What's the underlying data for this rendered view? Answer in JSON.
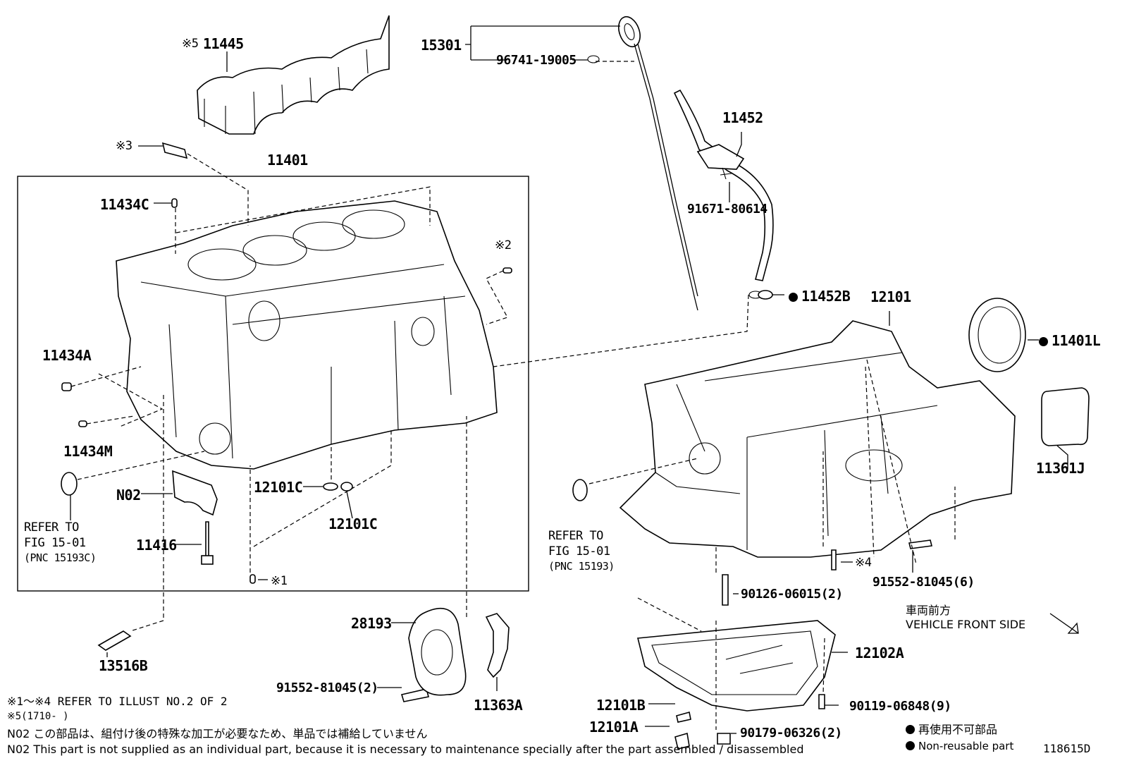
{
  "labels": {
    "p11445": "11445",
    "mark5": "※5",
    "mark3": "※3",
    "p11401": "11401",
    "p11434c": "11434C",
    "mark2": "※2",
    "p11434a": "11434A",
    "p11434m": "11434M",
    "p15301": "15301",
    "p96741": "96741-19005",
    "p11452": "11452",
    "p91671": "91671-80614",
    "p11452b": "11452B",
    "p12101": "12101",
    "p11401l": "11401L",
    "p11361j": "11361J",
    "pn02": "N02",
    "p11416": "11416",
    "p12101c_a": "12101C",
    "p12101c_b": "12101C",
    "mark1": "※1",
    "refer_left_1": "REFER TO",
    "refer_left_2": "FIG 15-01",
    "refer_left_3": "(PNC 15193C)",
    "refer_right_1": "REFER TO",
    "refer_right_2": "FIG 15-01",
    "refer_right_3": "(PNC 15193)",
    "mark4": "※4",
    "p91552_6": "91552-81045(6)",
    "p90126": "90126-06015(2)",
    "p28193": "28193",
    "p13516b": "13516B",
    "p91552_2": "91552-81045(2)",
    "p11363a": "11363A",
    "p12102a": "12102A",
    "p12101b": "12101B",
    "p12101a": "12101A",
    "p90119": "90119-06848(9)",
    "p90179": "90179-06326(2)",
    "vehicle_front_jp": "車両前方",
    "vehicle_front_en": "VEHICLE FRONT SIDE"
  },
  "notes": {
    "refer_illust": "※1～※4 REFER TO ILLUST NO.2 OF 2",
    "mark5_range": "※5(1710-     )",
    "n02_jp": "N02  この部品は、組付け後の特殊な加工が必要なため、単品では補給していません",
    "n02_en": "N02  This part is not supplied as an individual part, because it is necessary to maintenance specially after the part assembled / disassembled"
  },
  "legend": {
    "non_reusable_jp": "再使用不可部品",
    "non_reusable_en": "Non-reusable part"
  },
  "illustration_id": "118615D"
}
